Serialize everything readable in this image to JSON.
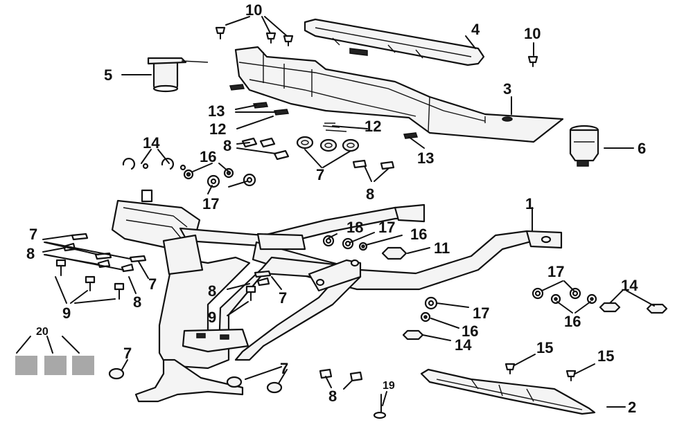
{
  "callouts": {
    "c1": "1",
    "c2": "2",
    "c3": "3",
    "c4": "4",
    "c5": "5",
    "c6": "6",
    "c7a": "7",
    "c7b": "7",
    "c7c": "7",
    "c7d": "7",
    "c7e": "7",
    "c7f": "7",
    "c8a": "8",
    "c8b": "8",
    "c8c": "8",
    "c8d": "8",
    "c8e": "8",
    "c8f": "8",
    "c9a": "9",
    "c9b": "9",
    "c10a": "10",
    "c10b": "10",
    "c11": "11",
    "c12a": "12",
    "c12b": "12",
    "c13a": "13",
    "c13b": "13",
    "c14a": "14",
    "c14b": "14",
    "c14c": "14",
    "c15a": "15",
    "c15b": "15",
    "c16a": "16",
    "c16b": "16",
    "c16c": "16",
    "c16d": "16",
    "c17a": "17",
    "c17b": "17",
    "c17c": "17",
    "c17d": "17",
    "c18": "18",
    "c19": "19",
    "c20": "20"
  },
  "colors": {
    "line": "#111111",
    "swatch": "#a8a8a8",
    "background": "#ffffff"
  }
}
